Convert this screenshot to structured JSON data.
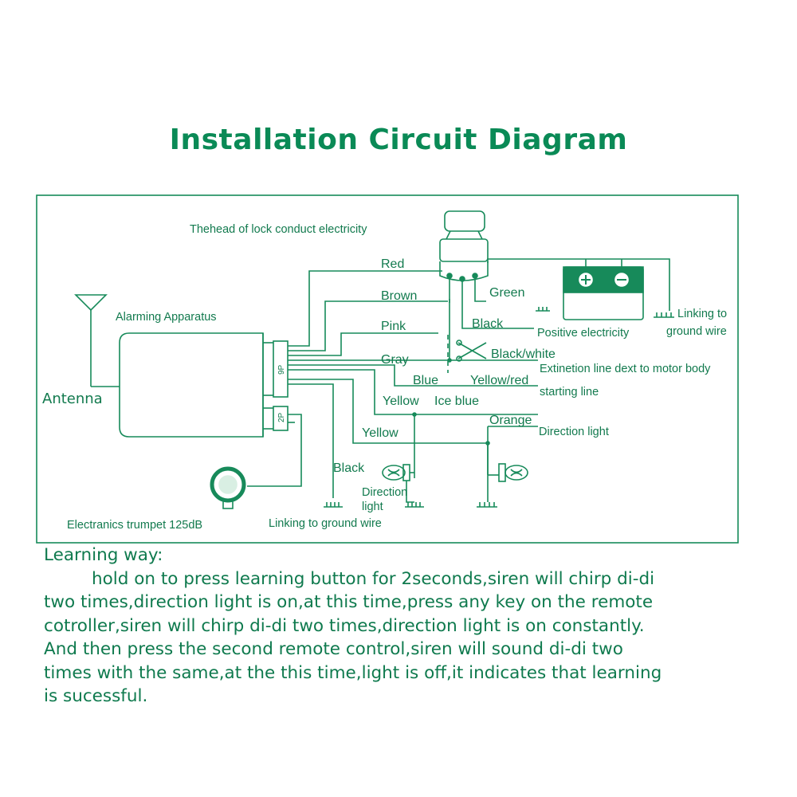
{
  "title": "Installation Circuit Diagram",
  "diagram": {
    "lock_label": "Thehead of lock conduct electricity",
    "alarm_label": "Alarming Apparatus",
    "antenna_label": "Antenna",
    "connector_9p": "9P",
    "connector_2p": "2P",
    "wires": {
      "red": "Red",
      "brown": "Brown",
      "pink": "Pink",
      "gray": "Gray",
      "blue": "Blue",
      "yellow_top": "Yellow",
      "yellow_bottom": "Yellow",
      "black_left": "Black",
      "green": "Green",
      "black_lock": "Black",
      "black_white": "Black/white",
      "yellow_red": "Yellow/red",
      "ice_blue": "Ice blue",
      "orange": "Orange"
    },
    "labels": {
      "positive": "Positive electricity",
      "ground_right_1": "Linking to",
      "ground_right_2": "ground wire",
      "extinction": "Extinetion line dext to motor body",
      "starting": "starting line",
      "direction_right": "Direction light",
      "direction_left_1": "Direction",
      "direction_left_2": "light",
      "trumpet": "Electranics trumpet 125dB",
      "ground_bottom": "Linking to ground wire"
    }
  },
  "learning": {
    "heading": "Learning way:",
    "lines": [
      "hold on to press learning button for 2seconds,siren will chirp di-di",
      "two times,direction  light  is on,at this time,press any key on the remote",
      "cotroller,siren will chirp di-di two times,direction light is on constantly.",
      "And then press the second remote control,siren will sound di-di two",
      "times with the same,at the this time,light is off,it indicates that learning",
      "is sucessful."
    ]
  }
}
